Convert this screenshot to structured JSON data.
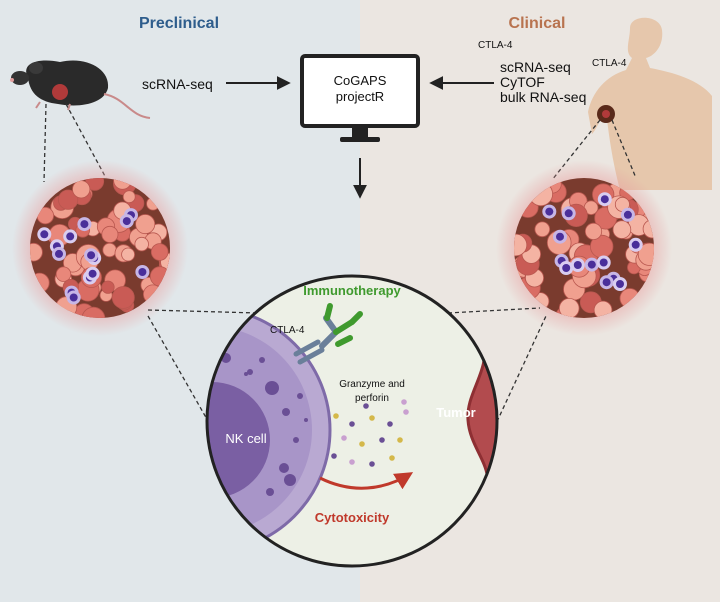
{
  "panels": {
    "left_title": "Preclinical",
    "right_title": "Clinical",
    "left_color": "#2e5d8c",
    "right_color": "#b8734f",
    "left_bg": "#e1e7ea",
    "right_bg": "#ebe6e1"
  },
  "left_input": "scRNA-seq",
  "right_inputs": {
    "top_label": "CTLA-4",
    "body_label": "CTLA-4",
    "line1": "scRNA-seq",
    "line2": "CyTOF",
    "line3": "bulk RNA-seq"
  },
  "computer": {
    "line1": "CoGAPS",
    "line2": "projectR"
  },
  "zoom": {
    "immunotherapy": "Immunotherapy",
    "immunotherapy_color": "#3f9a2e",
    "ctla4": "CTLA-4",
    "granzyme_line1": "Granzyme and",
    "granzyme_line2": "perforin",
    "nk_cell": "NK cell",
    "tumor": "Tumor",
    "cytotoxicity": "Cytotoxicity",
    "cytotoxicity_color": "#c0392b"
  },
  "icons": {
    "mouse": "mouse-icon",
    "human": "human-torso-icon",
    "computer": "computer-monitor-icon",
    "antibody": "antibody-icon",
    "left_tissue": "tumor-tissue-icon",
    "right_tissue": "tumor-tissue-icon"
  }
}
